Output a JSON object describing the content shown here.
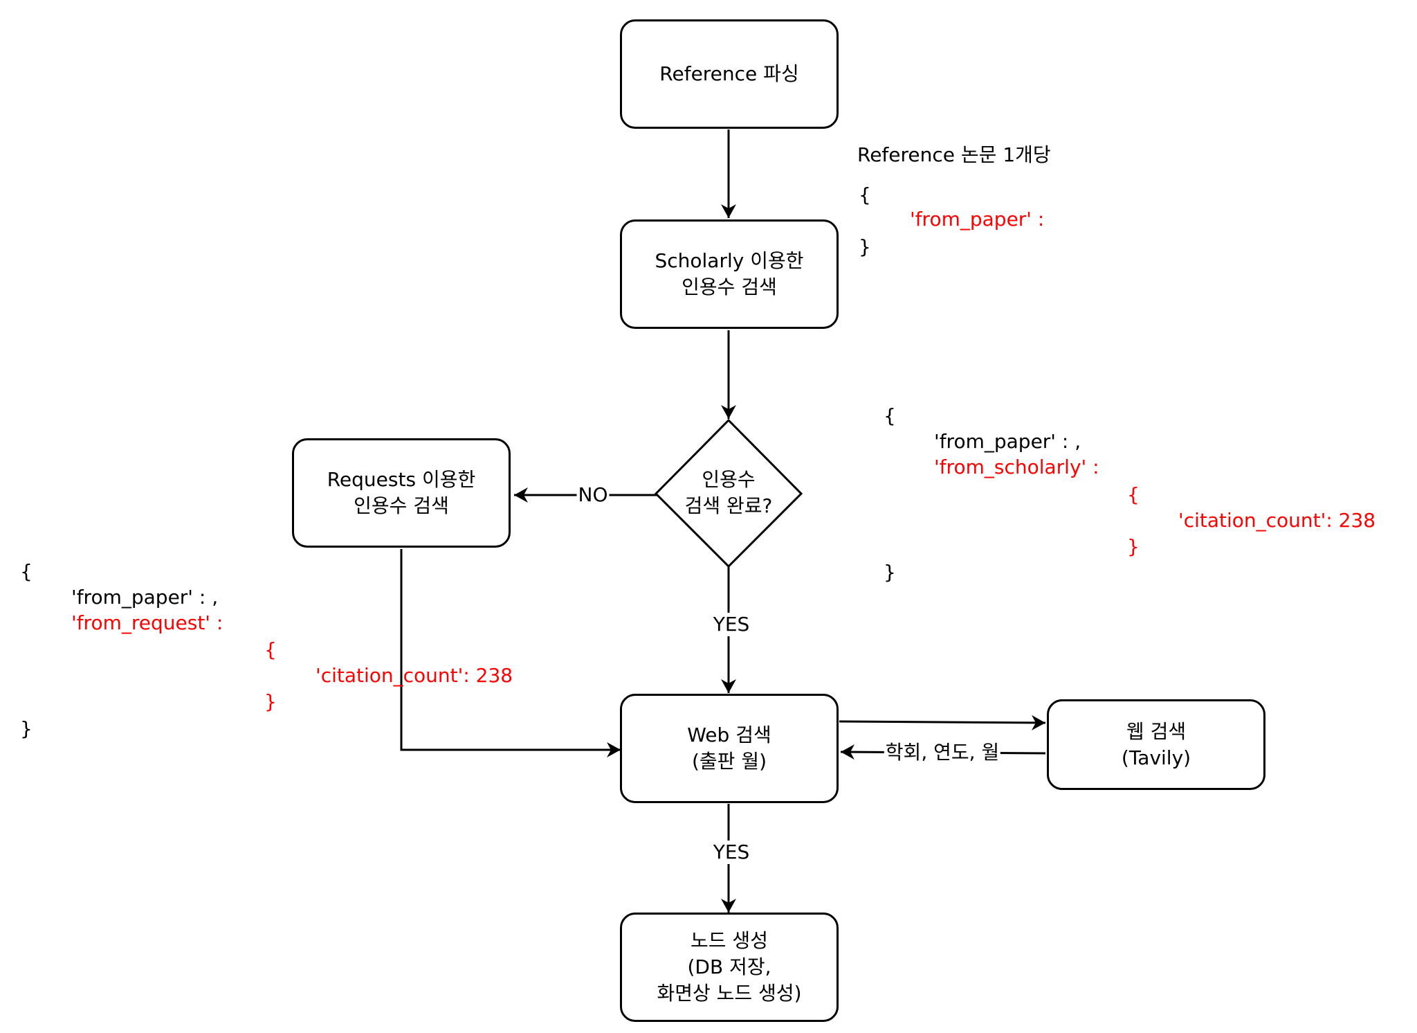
{
  "nodes": {
    "reference_parse": {
      "lines": [
        "Reference 파싱"
      ]
    },
    "scholarly_search": {
      "lines": [
        "Scholarly 이용한",
        "인용수 검색"
      ]
    },
    "citation_check": {
      "lines": [
        "인용수",
        "검색 완료?"
      ]
    },
    "requests_search": {
      "lines": [
        "Requests 이용한",
        "인용수 검색"
      ]
    },
    "web_search": {
      "lines": [
        "Web 검색",
        "(출판 월)"
      ]
    },
    "tavily_search": {
      "lines": [
        "웹 검색",
        "(Tavily)"
      ]
    },
    "create_node": {
      "lines": [
        "노드 생성",
        "(DB 저장,",
        "화면상 노드 생성)"
      ]
    }
  },
  "edge_labels": {
    "no": "NO",
    "yes_check": "YES",
    "yes_web": "YES",
    "tavily_return": "학회, 연도, 월"
  },
  "annotations": {
    "per_reference": {
      "title": "Reference 논문 1개당",
      "open": "{",
      "from_paper": "'from_paper' :",
      "close": "}"
    },
    "scholarly_json": {
      "open": "{",
      "from_paper": "'from_paper' : ,",
      "from_scholarly": "'from_scholarly' :",
      "inner_open": "{",
      "citation": "'citation_count': 238",
      "inner_close": "}",
      "close": "}"
    },
    "request_json": {
      "open": "{",
      "from_paper": "'from_paper' : ,",
      "from_request": "'from_request' :",
      "inner_open": "{",
      "citation": "'citation_count': 238",
      "inner_close": "}",
      "close": "}"
    }
  },
  "colors": {
    "highlight": "#ff0000",
    "stroke": "#000000"
  }
}
